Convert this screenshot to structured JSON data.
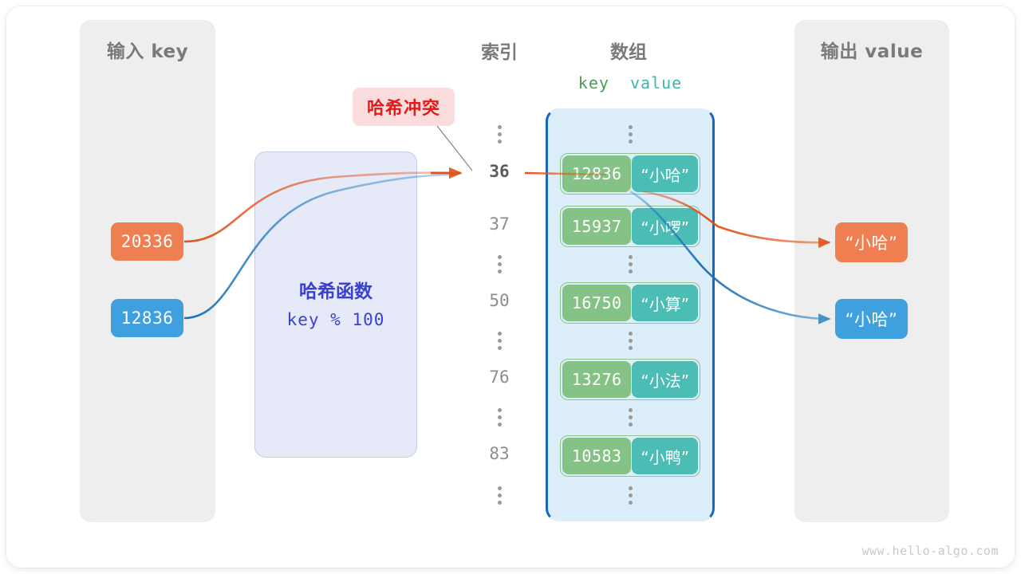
{
  "diagram": {
    "title": "hash-collision-diagram",
    "watermark": "www.hello-algo.com"
  },
  "panels": {
    "input": {
      "title": "输入 key"
    },
    "output": {
      "title": "输出 value"
    }
  },
  "input_keys": [
    {
      "label": "20336",
      "color": "#ef7f51"
    },
    {
      "label": "12836",
      "color": "#3fa0e0"
    }
  ],
  "output_values": [
    {
      "label": "“小哈”",
      "color": "#ef7f51"
    },
    {
      "label": "“小哈”",
      "color": "#3fa0e0"
    }
  ],
  "hash_function": {
    "title": "哈希函数",
    "formula": "key % 100",
    "fill": "#e6eaf8",
    "text_color": "#3b41cf"
  },
  "collision_badge": {
    "label": "哈希冲突",
    "fill": "#fadcdc",
    "text_color": "#e3191b"
  },
  "columns": {
    "index_header": "索引",
    "array_header": "数组",
    "kv_header": {
      "key": "key",
      "value": "value",
      "key_color": "#4a9c56",
      "value_color": "#3fb5ae"
    }
  },
  "indices": [
    {
      "label": "⋮",
      "ellipsis": true,
      "active": false
    },
    {
      "label": "36",
      "ellipsis": false,
      "active": true
    },
    {
      "label": "37",
      "ellipsis": false,
      "active": false
    },
    {
      "label": "⋮",
      "ellipsis": true,
      "active": false
    },
    {
      "label": "50",
      "ellipsis": false,
      "active": false
    },
    {
      "label": "⋮",
      "ellipsis": true,
      "active": false
    },
    {
      "label": "76",
      "ellipsis": false,
      "active": false
    },
    {
      "label": "⋮",
      "ellipsis": true,
      "active": false
    },
    {
      "label": "83",
      "ellipsis": false,
      "active": false
    },
    {
      "label": "⋮",
      "ellipsis": true,
      "active": false
    }
  ],
  "buckets": [
    {
      "key": "12836",
      "value": "“小哈”"
    },
    {
      "key": "15937",
      "value": "“小啰”"
    },
    {
      "key": "16750",
      "value": "“小算”"
    },
    {
      "key": "13276",
      "value": "“小法”"
    },
    {
      "key": "10583",
      "value": "“小鸭”"
    }
  ],
  "array_box": {
    "fill": "#ddeefb",
    "border": "#1668c0"
  },
  "colors": {
    "panel_fill": "#eeeeee",
    "panel_title": "#7a7a7a",
    "cell_key": "#85c285",
    "cell_value": "#4bbdb5",
    "bucket_border": "#8cc48c",
    "orange_wire": "#e0521a",
    "blue_wire": "#1873ba",
    "leader_line": "#808080"
  }
}
